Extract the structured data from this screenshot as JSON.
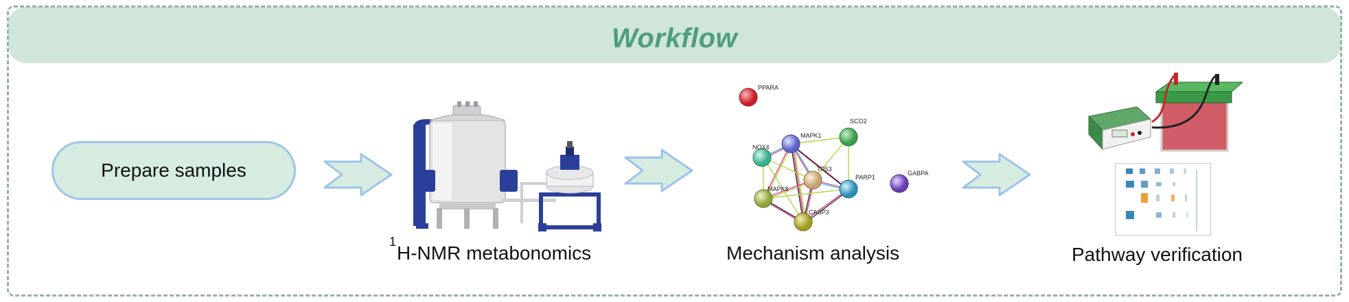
{
  "banner": {
    "title": "Workflow"
  },
  "steps": {
    "prepare": "Prepare samples",
    "nmr": {
      "superscript": "1",
      "label": "H-NMR metabonomics"
    },
    "mechanism": "Mechanism analysis",
    "pathway": "Pathway verification"
  },
  "network": {
    "nodes": [
      "PPARA",
      "MAPK1",
      "SCO2",
      "NOX4",
      "TP53",
      "PARP1",
      "GABPA",
      "MAPK8",
      "CASP3"
    ]
  },
  "colors": {
    "banner_bg": "#cfe6d9",
    "banner_text": "#4f9d7b",
    "frame": "#8fb5a6",
    "pill_bg": "#d6ece0",
    "pill_border": "#9ec3ea",
    "arrow_fill": "#d6ece0",
    "arrow_stroke": "#9ec3ea"
  }
}
